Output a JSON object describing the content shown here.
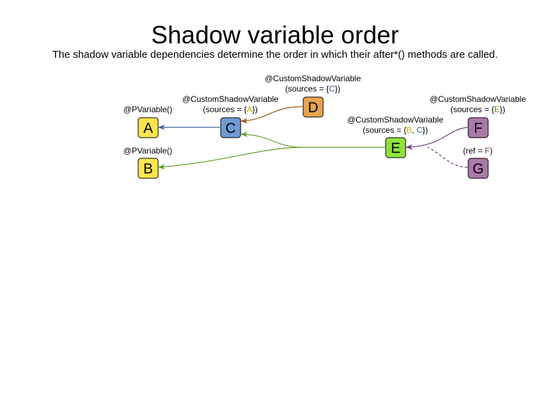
{
  "title": "Shadow variable order",
  "subtitle": "The shadow variable dependencies determine the order in which their after*() methods are called.",
  "colors": {
    "yellow": "#f9e54f",
    "blue": "#6e9bd1",
    "orange": "#e7a44f",
    "green": "#8fe13c",
    "purple": "#a97aa8",
    "text_blue": "#2f5f9e",
    "text_orange": "#d9a400",
    "text_green": "#4f9a00",
    "text_purple": "#7a3b78",
    "edge_blue": "#3c5f9d",
    "edge_orange": "#9c5b10",
    "edge_green": "#5ea11f",
    "edge_purple": "#6d3b78"
  },
  "nodes": {
    "A": {
      "label": "A",
      "annotation": "@PVariable()"
    },
    "B": {
      "label": "B",
      "annotation": "@PVariable()"
    },
    "C": {
      "label": "C",
      "annotation_line1": "@CustomShadowVariable",
      "annotation_line2_prefix": "(sources = {",
      "annotation_line2_ref": "A",
      "annotation_line2_suffix": "})"
    },
    "D": {
      "label": "D",
      "annotation_line1": "@CustomShadowVariable",
      "annotation_line2_prefix": "(sources = {",
      "annotation_line2_ref": "C",
      "annotation_line2_suffix": "})"
    },
    "E": {
      "label": "E",
      "annotation_line1": "@CustomShadowVariable",
      "annotation_line2_prefix": "(sources = {",
      "annotation_line2_ref1": "B",
      "annotation_line2_sep": ", ",
      "annotation_line2_ref2": "C",
      "annotation_line2_suffix": "})"
    },
    "F": {
      "label": "F",
      "annotation_line1": "@CustomShadowVariable",
      "annotation_line2_prefix": "(sources = {",
      "annotation_line2_ref": "E",
      "annotation_line2_suffix": "})"
    },
    "G": {
      "label": "G",
      "annotation_prefix": "(ref = ",
      "annotation_ref": "F",
      "annotation_suffix": ")"
    }
  }
}
